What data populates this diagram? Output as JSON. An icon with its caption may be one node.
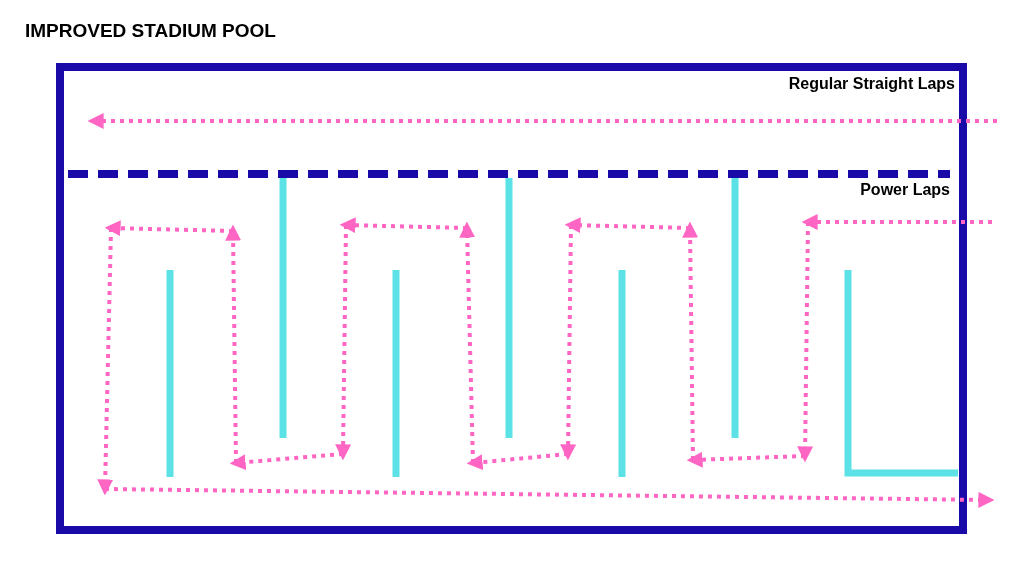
{
  "diagram": {
    "title": "IMPROVED STADIUM POOL",
    "labels": [
      "Regular Straight Laps",
      "Power Laps"
    ]
  }
}
